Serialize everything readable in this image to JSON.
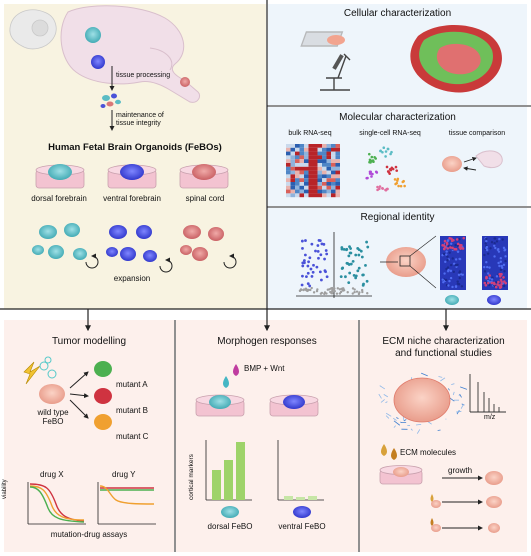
{
  "left_panel": {
    "step_tissue_processing": "tissue processing",
    "step_maintenance": "maintenance of\ntissue integrity",
    "organoids_title": "Human Fetal Brain Organoids (FeBOs)",
    "regions": [
      "dorsal forebrain",
      "ventral forebrain",
      "spinal cord"
    ],
    "expansion": "expansion"
  },
  "cellular": {
    "title": "Cellular characterization"
  },
  "molecular": {
    "title": "Molecular characterization",
    "methods": [
      "bulk RNA-seq",
      "single-cell RNA-seq",
      "tissue comparison"
    ]
  },
  "regional": {
    "title": "Regional identity"
  },
  "tumor": {
    "title": "Tumor modelling",
    "wild_type": "wild type\nFeBO",
    "mutants": [
      "mutant A",
      "mutant B",
      "mutant C"
    ],
    "drugs": [
      "drug X",
      "drug Y"
    ],
    "ylabel": "viability",
    "caption": "mutation-drug assays"
  },
  "morphogen": {
    "title": "Morphogen responses",
    "treatment": "BMP + Wnt",
    "ylabel": "cortical markers",
    "groups": [
      "dorsal FeBO",
      "ventral FeBO"
    ]
  },
  "ecm": {
    "title": "ECM niche characterization\nand functional studies",
    "mz": "m/z",
    "molecules": "ECM molecules",
    "growth": "growth"
  },
  "colors": {
    "left_bg": "#f8f3e1",
    "right_bg": "#eef5fb",
    "bottom_bg": "#fdf0ec",
    "dorsal": "#5bbcc4",
    "ventral": "#4a52d8",
    "spinal": "#d97777",
    "mutant_a": "#4cb050",
    "mutant_b": "#cf3340",
    "mutant_c": "#f0a030"
  }
}
